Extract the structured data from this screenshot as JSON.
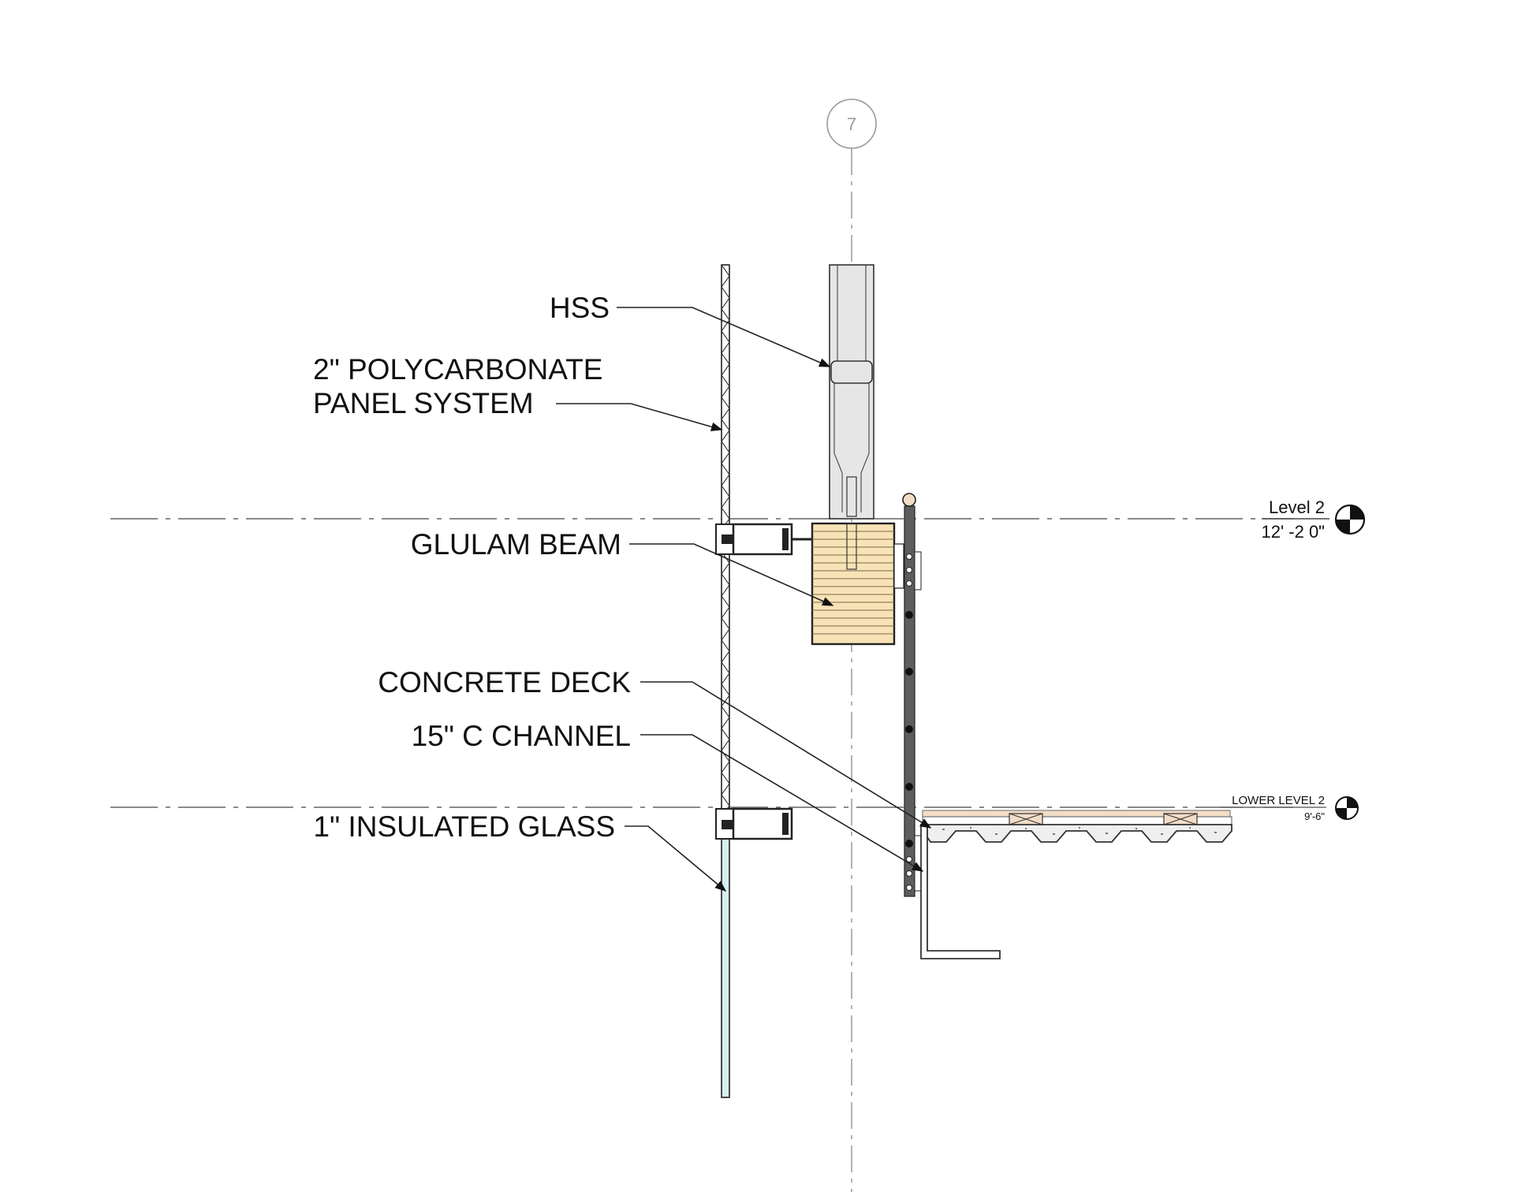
{
  "grid": {
    "number": "7"
  },
  "labels": {
    "hss": "HSS",
    "polycarbonate_line1": "2\" POLYCARBONATE",
    "polycarbonate_line2": "PANEL SYSTEM",
    "glulam": "GLULAM BEAM",
    "concrete_deck": "CONCRETE DECK",
    "c_channel": "15\" C CHANNEL",
    "insulated_glass": "1\" INSULATED GLASS"
  },
  "levels": [
    {
      "name": "Level 2",
      "elevation": "12' -2 0\""
    },
    {
      "name": "LOWER LEVEL 2",
      "elevation": "9'-6\""
    }
  ],
  "colors": {
    "line": "#222222",
    "glulam": "#f8e3b6",
    "hss": "#e6e6e6",
    "glass": "#d7eef0",
    "deck_finish": "#f3ddc6",
    "gridline": "#8a8a8a"
  }
}
